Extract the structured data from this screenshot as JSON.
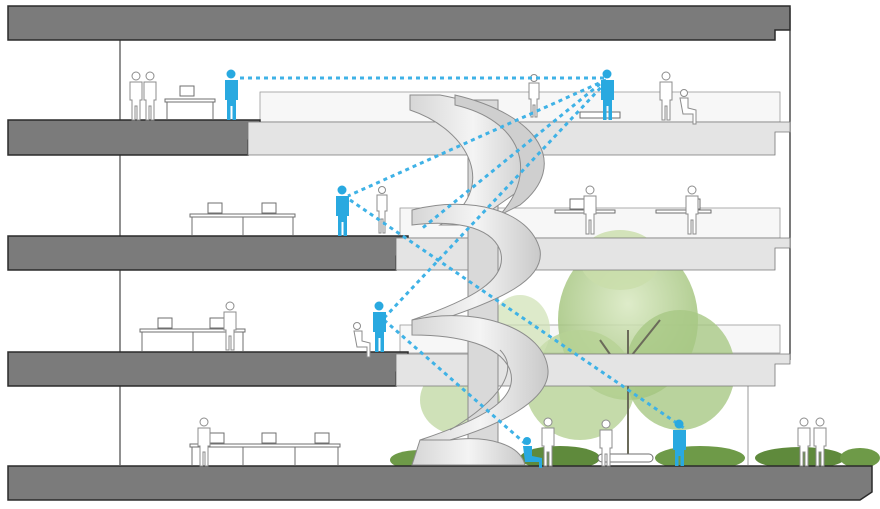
{
  "figure": {
    "kind": "architectural-section",
    "floors": 4,
    "colors": {
      "slab_fill": "#7b7b7b",
      "slab_stroke": "#2b2b2b",
      "highlight_person": "#29a9e0",
      "sightline": "#3fb2e6",
      "outline_person": "#9a9a9a",
      "stair": "#e9e9e9",
      "tree_light": "#b9d49a",
      "tree_dark": "#7fa85a",
      "shrub": "#5f8a3c"
    },
    "elements": {
      "highlight_people": 6,
      "dashed_sightlines": 6,
      "spiral_stair_turns": 3.5,
      "atrium_trees": 1
    }
  }
}
